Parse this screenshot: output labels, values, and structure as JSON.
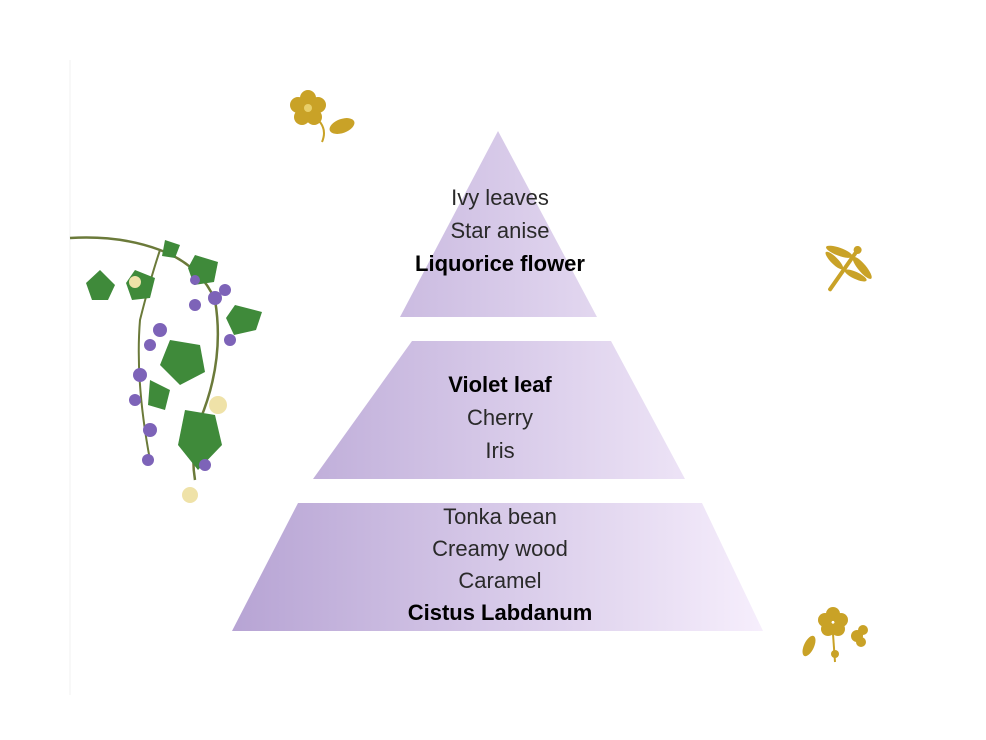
{
  "pyramid": {
    "top": [
      {
        "text": "Ivy leaves",
        "bold": false
      },
      {
        "text": "Star anise",
        "bold": false
      },
      {
        "text": "Liquorice flower",
        "bold": true
      }
    ],
    "middle": [
      {
        "text": "Violet leaf",
        "bold": true
      },
      {
        "text": "Cherry",
        "bold": false
      },
      {
        "text": "Iris",
        "bold": false
      }
    ],
    "base": [
      {
        "text": "Tonka bean",
        "bold": false
      },
      {
        "text": "Creamy wood",
        "bold": false
      },
      {
        "text": "Caramel",
        "bold": false
      },
      {
        "text": "Cistus Labdanum",
        "bold": true
      }
    ]
  },
  "colors": {
    "gradient_left": "#b9a6d6",
    "gradient_right": "#f3ebfb",
    "gold": "#c9a227",
    "ivy_green": "#3f8a3a",
    "violet": "#7d63b8"
  }
}
